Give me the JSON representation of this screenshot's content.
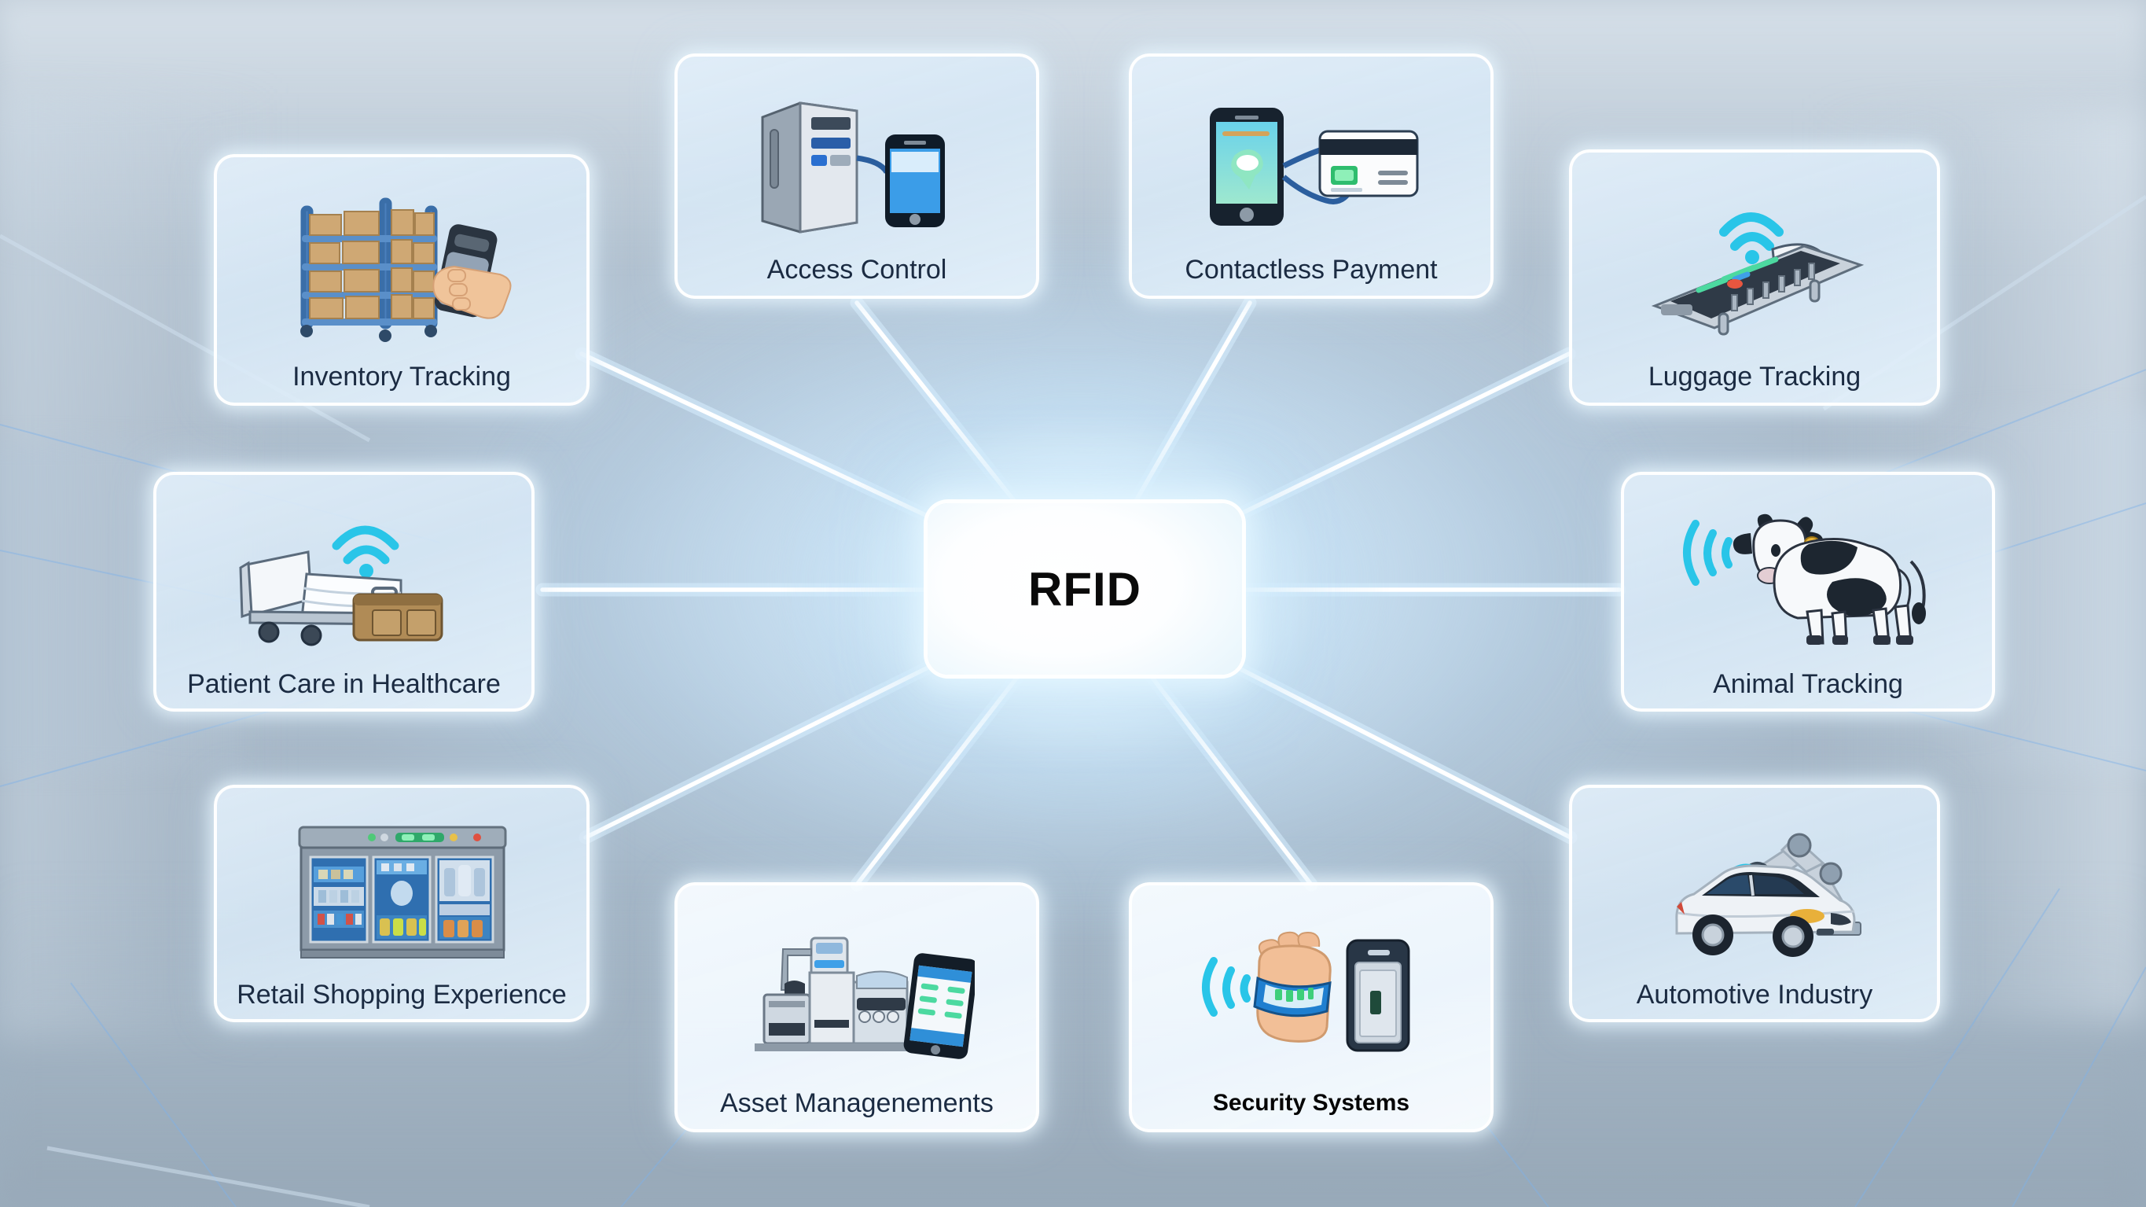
{
  "hub": {
    "label": "RFID",
    "accent_color": "#0a0a0a",
    "glow_color": "#e4f3fb"
  },
  "theme": {
    "card_fill": "#dce9f6",
    "card_border": "#ffffff",
    "label_color": "#1b2b42",
    "connector_color": "#ffffff",
    "signal_color": "#29c5e8",
    "background_color": "#aab9c8"
  },
  "cards": [
    {
      "id": "inventory-tracking",
      "label": "Inventory Tracking",
      "icon": "warehouse-shelf-with-handheld-scanner-icon"
    },
    {
      "id": "access-control",
      "label": "Access Control",
      "icon": "access-terminal-and-smartphone-icon"
    },
    {
      "id": "contactless-payment",
      "label": "Contactless Payment",
      "icon": "smartphone-and-credit-card-icon"
    },
    {
      "id": "luggage-tracking",
      "label": "Luggage Tracking",
      "icon": "conveyor-belt-with-suitcase-icon"
    },
    {
      "id": "patient-care-in-healthcare",
      "label": "Patient Care in Healthcare",
      "icon": "hospital-bed-with-bag-icon"
    },
    {
      "id": "animal-tracking",
      "label": "Animal Tracking",
      "icon": "cow-with-ear-tag-icon"
    },
    {
      "id": "retail-shopping-experience",
      "label": "Retail Shopping Experience",
      "icon": "refrigerated-display-case-icon"
    },
    {
      "id": "asset-management",
      "label": "Asset Managene",
      "label_overlap": "ments",
      "icon": "industrial-machine-and-tablet-icon"
    },
    {
      "id": "security-systems",
      "label": "Security Systems",
      "icon": "wristband-and-card-reader-icon"
    },
    {
      "id": "automotive-industry",
      "label": "Automotive Industry",
      "icon": "car-with-robotic-arm-icon"
    }
  ]
}
